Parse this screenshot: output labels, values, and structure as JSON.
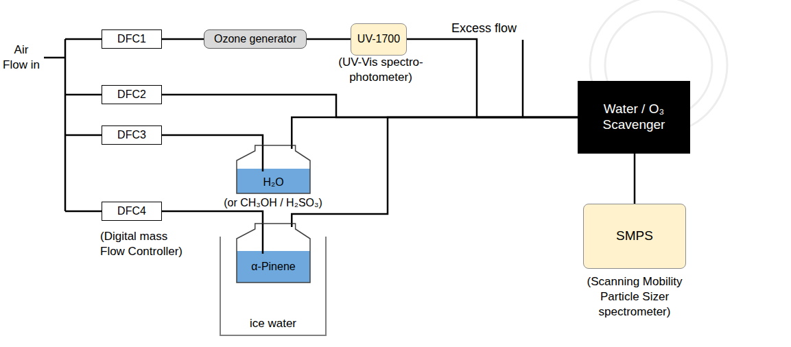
{
  "diagram": {
    "nodes": [
      {
        "text": [
          "DFC1"
        ]
      },
      {
        "text": [
          "Ozone generator"
        ]
      },
      {
        "text": [
          "UV-1700"
        ]
      },
      {
        "text": [
          "DFC2"
        ]
      },
      {
        "text": [
          "DFC3"
        ]
      },
      {
        "text": [
          "H₂O"
        ]
      },
      {
        "text": [
          "DFC4"
        ]
      },
      {
        "text": [
          "ice water"
        ]
      },
      {
        "text": [
          "α-Pinene"
        ],
        "in": 7
      },
      {
        "text": [
          "Water / O₃ Scavenger"
        ]
      },
      {
        "text": [
          "SMPS"
        ]
      }
    ],
    "edges": [
      {
        "from": 0,
        "to": 1,
        "arrow": "none"
      },
      {
        "from": 1,
        "to": 2,
        "arrow": "none"
      },
      {
        "from": 2,
        "to": 9,
        "arrow": "none"
      },
      {
        "from": 3,
        "to": 9,
        "arrow": "none"
      },
      {
        "from": 4,
        "to": 5,
        "arrow": "none"
      },
      {
        "from": 5,
        "to": 9,
        "arrow": "none"
      },
      {
        "from": 6,
        "to": 8,
        "arrow": "none"
      },
      {
        "from": 8,
        "to": 9,
        "arrow": "none"
      },
      {
        "from": 9,
        "to": 10,
        "arrow": "none"
      }
    ],
    "labels": [
      "Air Flow in",
      "(UV-Vis spectro- photometer)",
      "Excess flow",
      "(or CH₃OH / H₂SO₃)",
      "(Digital mass Flow Controller)",
      "(Scanning Mobility Particle Sizer spectrometer)"
    ]
  }
}
